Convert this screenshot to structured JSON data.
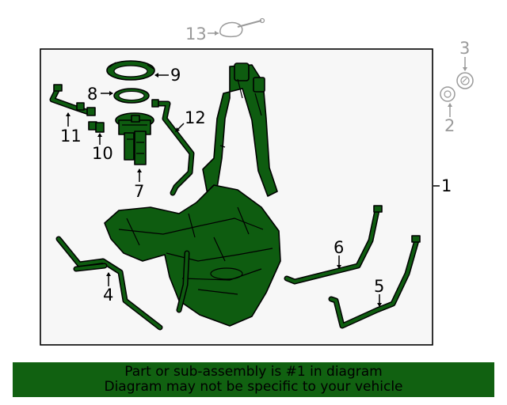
{
  "callouts": {
    "c1": "1",
    "c2": "2",
    "c3": "3",
    "c4": "4",
    "c5": "5",
    "c6": "6",
    "c7": "7",
    "c8": "8",
    "c9": "9",
    "c10": "10",
    "c11": "11",
    "c12": "12",
    "c13": "13"
  },
  "banner": {
    "line1": "Part or sub-assembly is #1 in diagram",
    "line2": "Diagram may not be specific to your vehicle"
  },
  "colors": {
    "part_fill": "#0e5c10",
    "banner_bg": "#116111",
    "frame_bg": "#f7f7f7",
    "outside_part": "#9a9a9a"
  }
}
